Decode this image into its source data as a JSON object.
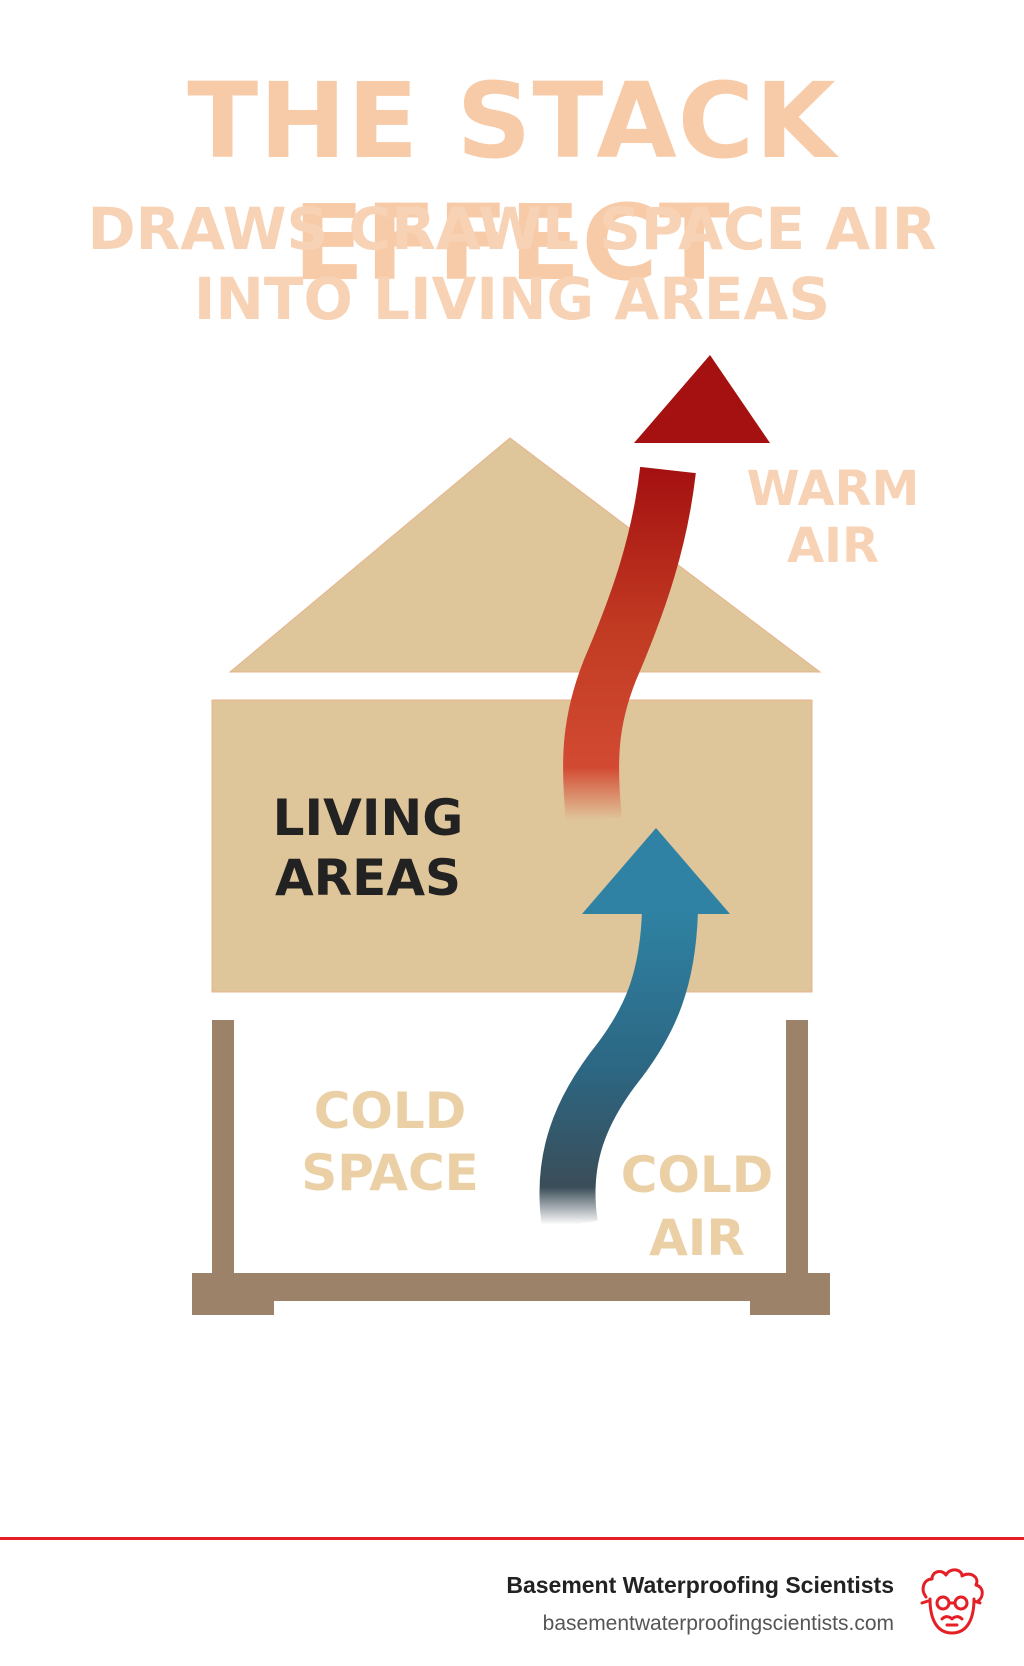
{
  "title": "THE STACK EFFECT",
  "subtitle_lines": [
    "DRAWS CRAWL SPACE AIR",
    "INTO LIVING AREAS"
  ],
  "labels": {
    "warm_air": [
      "WARM",
      "AIR"
    ],
    "living_areas": [
      "LIVING",
      "AREAS"
    ],
    "cold_space": [
      "COLD",
      "SPACE"
    ],
    "cold_air": [
      "COLD",
      "AIR"
    ]
  },
  "footer": {
    "company": "Basement Waterproofing Scientists",
    "url": "basementwaterproofingscientists.com"
  },
  "colors": {
    "title": "#f7cba8",
    "house": "#dfc59a",
    "foundation": "#9c8268",
    "warm_arrow": "#a51111",
    "cold_arrow": "#2f7fa0",
    "pale_label": "#ebd0a6",
    "dark_label": "#222222",
    "footer_line": "#e41f26"
  },
  "icons": {
    "logo": "scientist-face-icon",
    "warm_arrow": "up-arrow-icon",
    "cold_arrow": "up-arrow-icon"
  }
}
